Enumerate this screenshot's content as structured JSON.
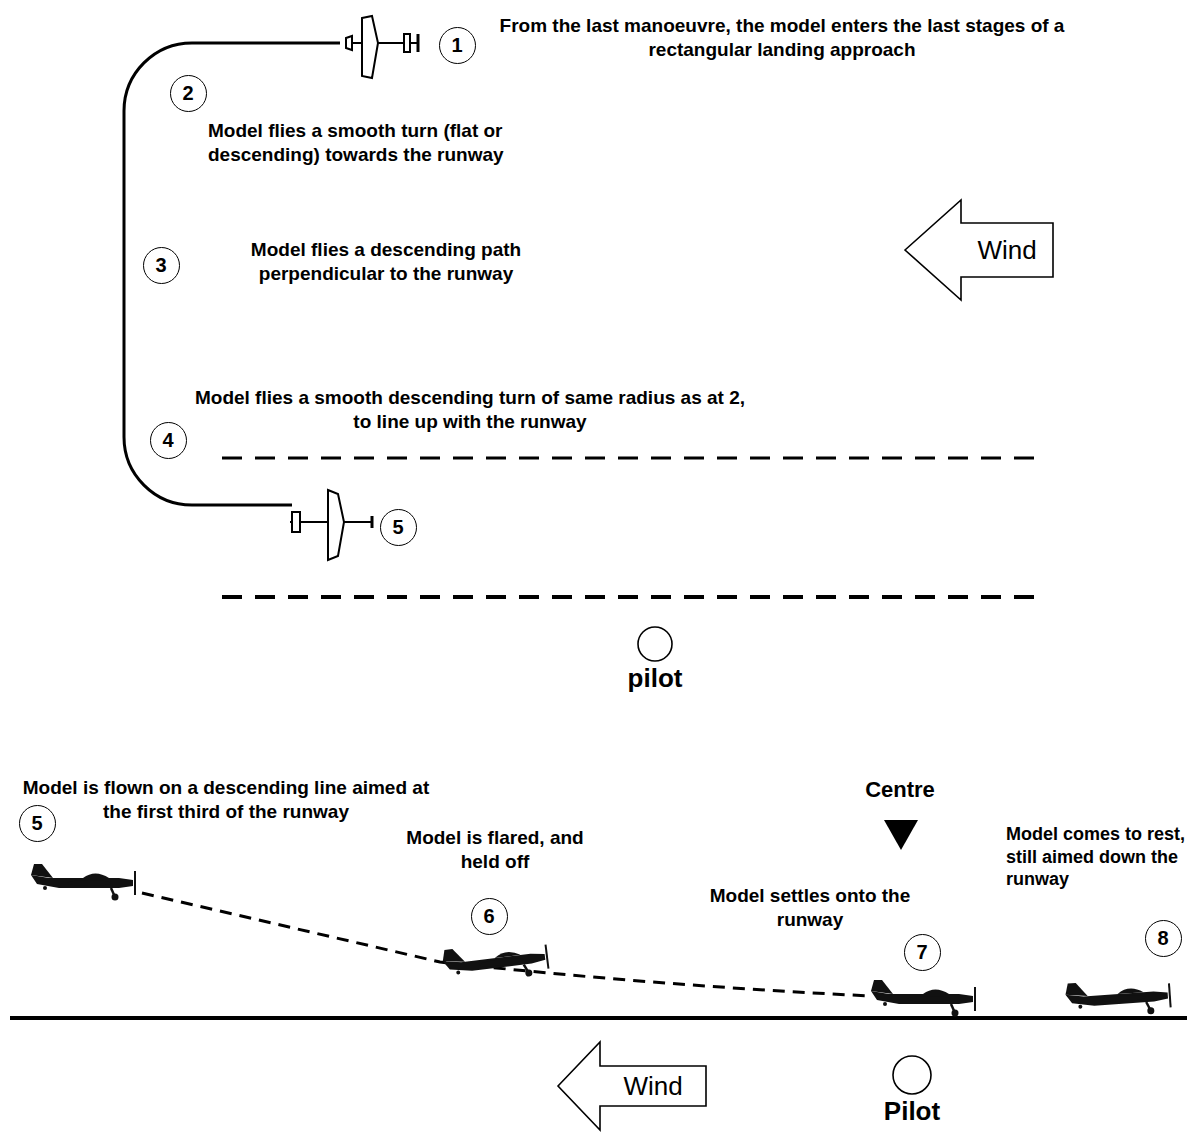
{
  "diagram": {
    "nodes": [
      {
        "text": [
          "1"
        ]
      },
      {
        "text": [
          "2"
        ]
      },
      {
        "text": [
          "3"
        ]
      },
      {
        "text": [
          "Wind"
        ]
      },
      {
        "text": [
          "4"
        ]
      },
      {
        "text": [
          "5"
        ]
      },
      {
        "text": [
          "pilot"
        ]
      },
      {
        "text": [
          "5"
        ]
      },
      {
        "text": [
          "6"
        ]
      },
      {
        "text": [
          "7"
        ]
      },
      {
        "text": [
          "8"
        ]
      },
      {
        "text": [
          "Wind"
        ]
      },
      {
        "text": [
          "Pilot"
        ]
      }
    ],
    "labels": [
      "From the last manoeuvre, the model enters the last stages of a rectangular landing approach",
      "Model flies a smooth turn (flat or descending) towards the runway",
      "Model flies a descending path perpendicular to the runway",
      "Model flies a smooth descending turn of same radius as at 2, to line up with the runway",
      "Model is flown on a descending line aimed at the first third of the runway",
      "Model is flared, and held off",
      "Centre",
      "Model settles onto the runway",
      "Model comes to rest, still aimed down the runway"
    ]
  }
}
